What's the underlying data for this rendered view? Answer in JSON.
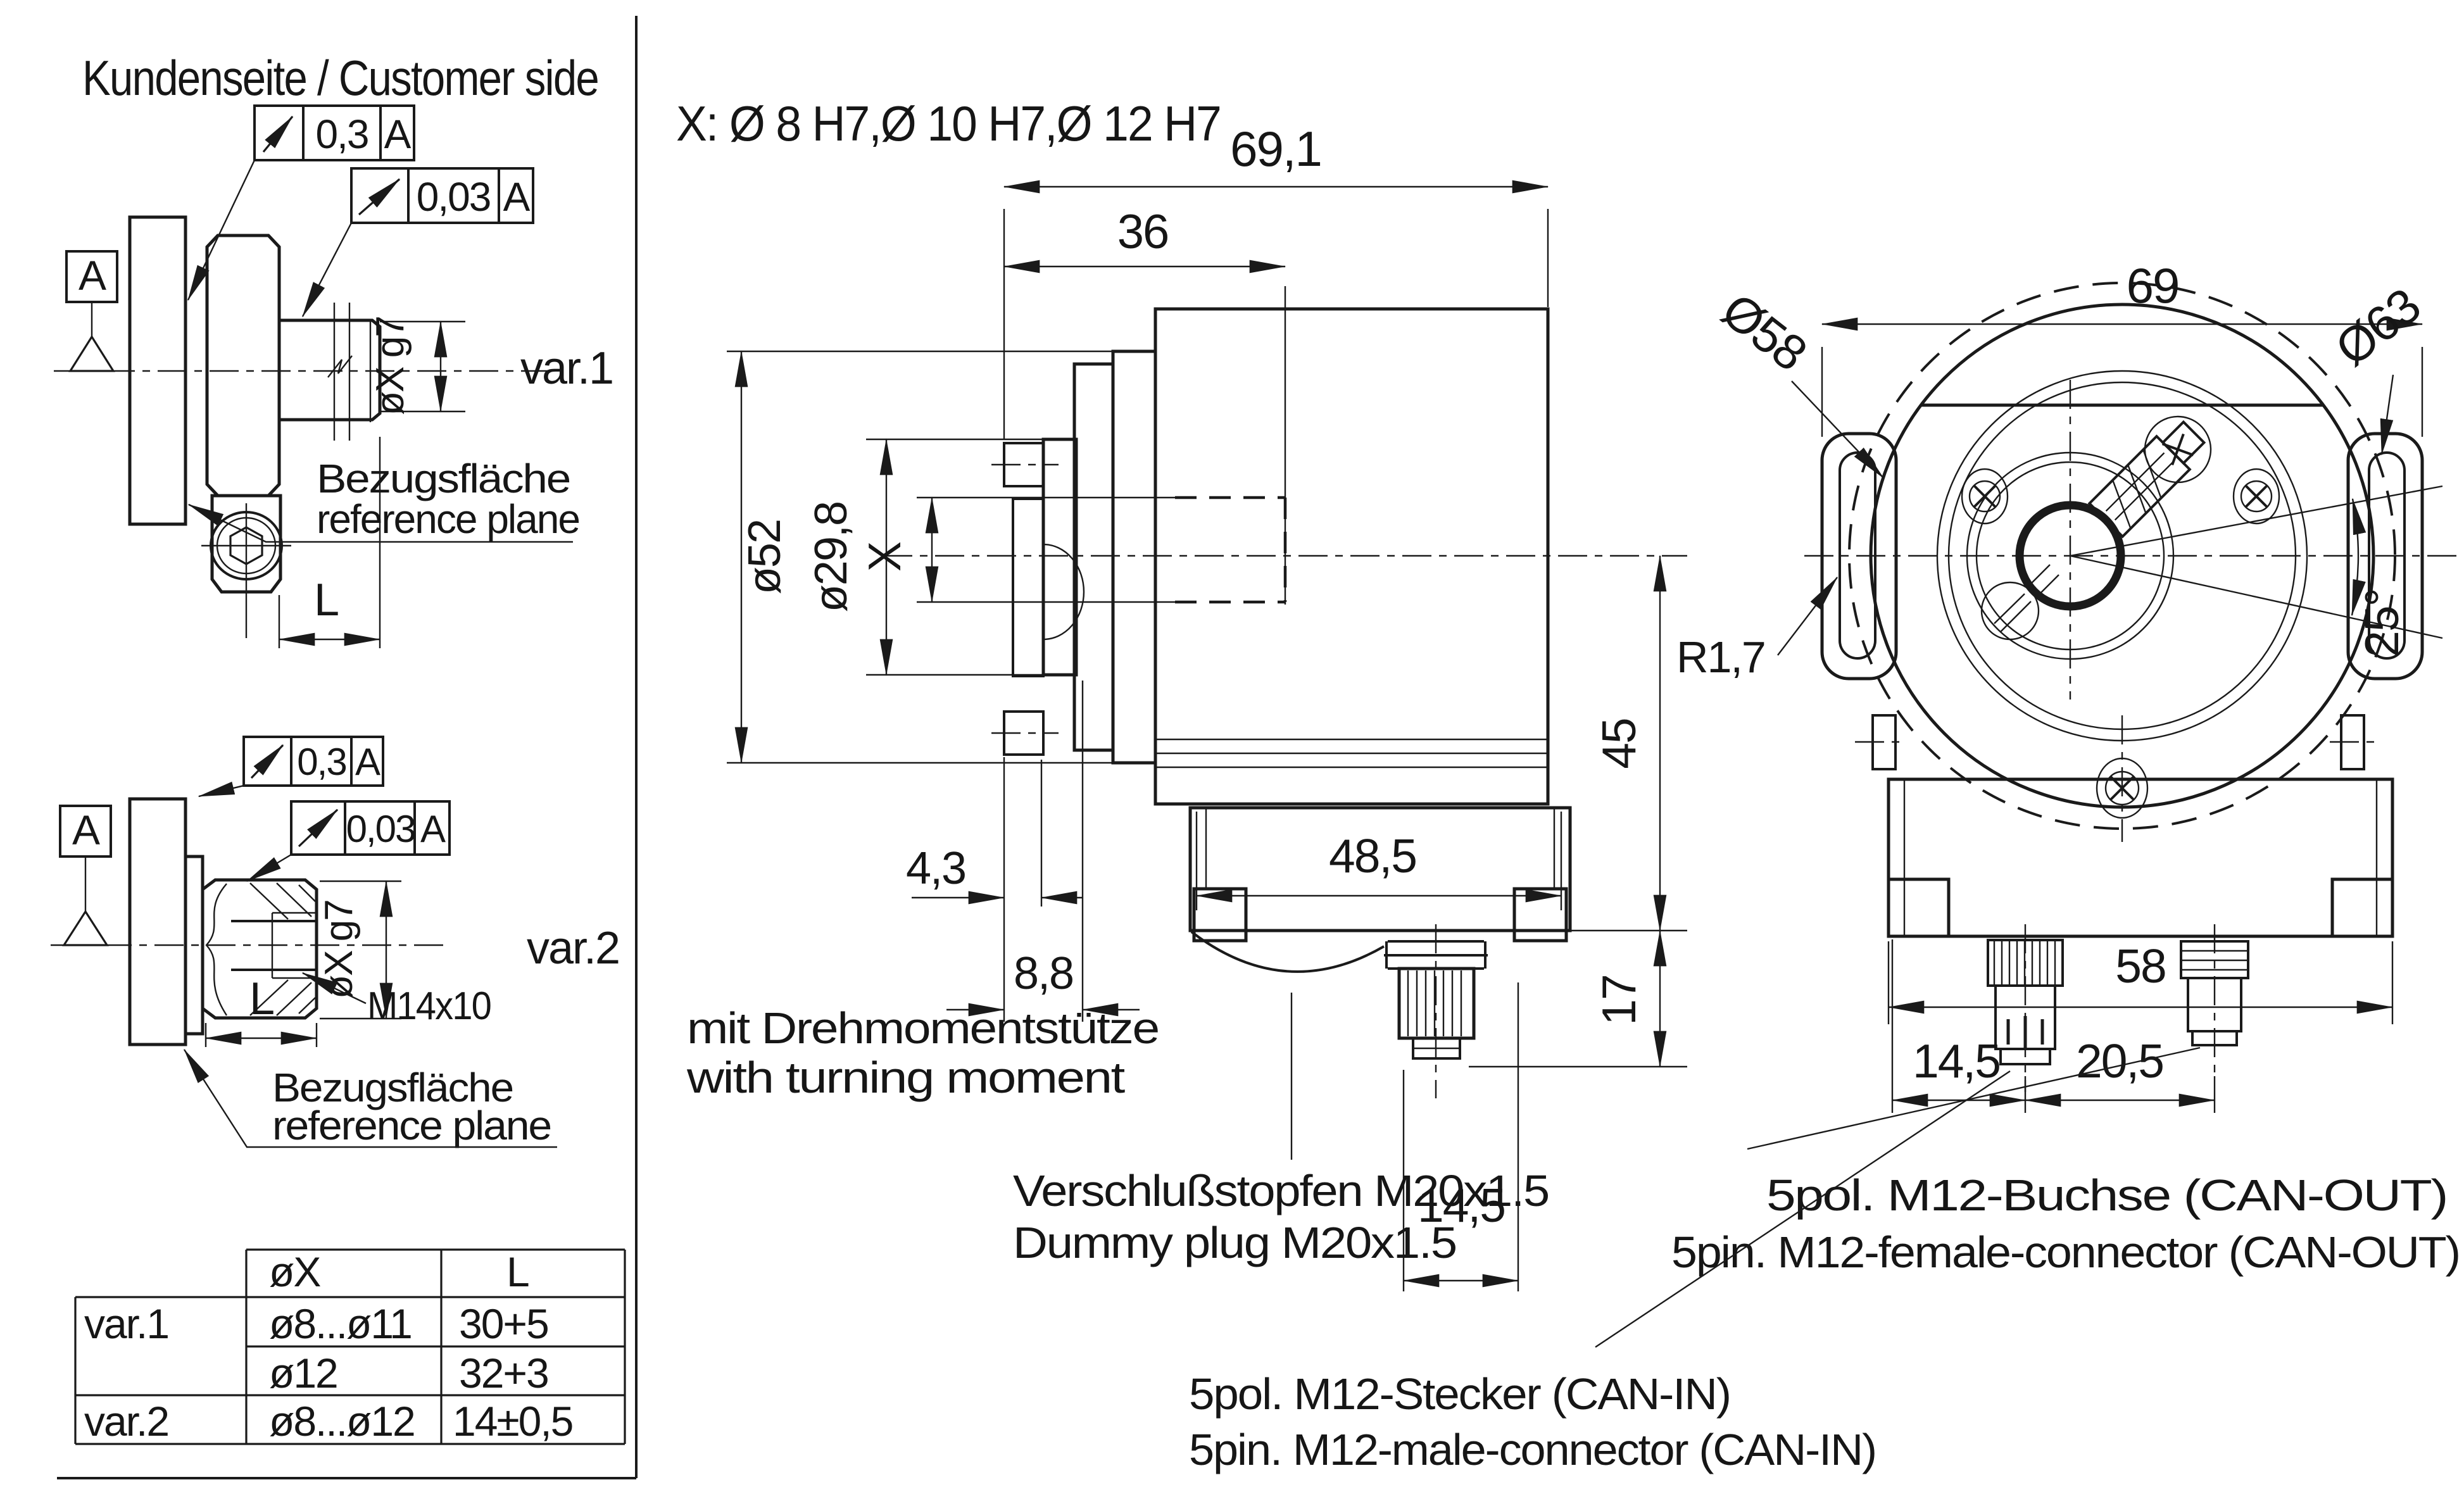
{
  "drawing": {
    "title": "Kundenseite / Customer side",
    "shaft_options_note": "X: Ø 8 H7,Ø 10 H7,Ø 12 H7",
    "colors": {
      "line": "#1a1a1a",
      "background": "#ffffff"
    }
  },
  "customer_side": {
    "var1": {
      "label": "var.1",
      "runout_total": "0,3",
      "runout_fine": "0,03",
      "datum": "A",
      "shaft_dim": "øX g7",
      "length_dim": "L",
      "ref_plane_de": "Bezugsfläche",
      "ref_plane_en": "reference plane",
      "runout_icon": "circular-runout-arrow",
      "datum_icon": "datum-triangle"
    },
    "var2": {
      "label": "var.2",
      "runout_total": "0,3",
      "runout_fine": "0,03",
      "datum": "A",
      "shaft_dim": "øX g7",
      "length_dim": "L",
      "thread": "M14x10",
      "ref_plane_de": "Bezugsfläche",
      "ref_plane_en": "reference plane",
      "runout_icon": "circular-runout-arrow",
      "datum_icon": "datum-triangle"
    }
  },
  "variant_table": {
    "col_x": "øX",
    "col_l": "L",
    "rows": [
      {
        "variant": "var.1",
        "x": "ø8...ø11",
        "l": "30+5"
      },
      {
        "variant": "",
        "x": "ø12",
        "l": "32+3"
      },
      {
        "variant": "var.2",
        "x": "ø8...ø12",
        "l": "14±0,5"
      }
    ]
  },
  "side_view": {
    "dims": {
      "total_length": "69,1",
      "bore_depth": "36",
      "flange_dia": "ø52",
      "coupling_dia": "ø29,8",
      "bore": "X",
      "screw_offset": "4,3",
      "coupling_depth": "8,8",
      "plate_width": "48,5",
      "axis_height": "45",
      "connector_height": "17",
      "connector_offset": "14,5"
    },
    "notes": {
      "torque_de": "mit Drehmomentstütze",
      "torque_en": "with turning moment",
      "plug_de": "Verschlußstopfen M20x1.5",
      "plug_en": "Dummy plug M20x1.5"
    }
  },
  "front_view": {
    "dims": {
      "width": "69",
      "body_dia": "Ø58",
      "max_dia": "Ø63",
      "angle": "25°",
      "radius": "R1,7",
      "plate_width": "58",
      "can_in_offset": "14,5",
      "can_out_offset": "20,5"
    },
    "connectors": {
      "can_out_de": "5pol. M12-Buchse (CAN-OUT)",
      "can_out_en": "5pin. M12-female-connector (CAN-OUT)",
      "can_in_de": "5pol. M12-Stecker (CAN-IN)",
      "can_in_en": "5pin. M12-male-connector (CAN-IN)"
    }
  }
}
